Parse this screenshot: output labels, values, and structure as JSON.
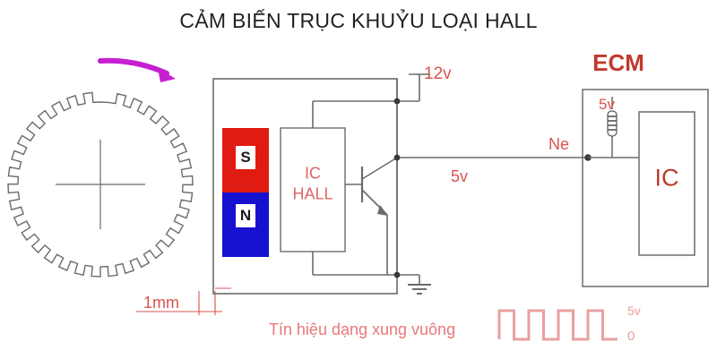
{
  "title": "CẢM BIẾN TRỤC KHUỶU LOẠI HALL",
  "diagram": {
    "type": "hall-effect-crankshaft-position-sensor-schematic",
    "rotation_arrow": "clockwise-rotation-arrow"
  },
  "reluctor": {
    "name": "toothed-reluctor-wheel",
    "teeth": 34,
    "center_mark": "crosshair"
  },
  "sensor": {
    "magnet": {
      "south_label": "S",
      "north_label": "N",
      "south_color": "#e01b12",
      "north_color": "#1610cf"
    },
    "ic_hall_label": "IC\nHALL",
    "ic_hall_line1": "IC",
    "ic_hall_line2": "HALL",
    "transistor": "npn-transistor",
    "ground": "ground-symbol"
  },
  "labels": {
    "supply_12v": "12v",
    "signal_5v": "5v",
    "ne_terminal": "Ne",
    "ecm_5v": "5v",
    "air_gap": "1mm",
    "caption": "Tín hiệu dạng xung vuông"
  },
  "ecm": {
    "title": "ECM",
    "ic_label": "IC",
    "pullup": "pull-up-resistor"
  },
  "waveform": {
    "name": "square-wave-signal",
    "high_label": "5v",
    "low_label": "0",
    "pulses": 4,
    "high_value": 5,
    "low_value": 0,
    "duty_cycle": 0.5
  },
  "colors": {
    "wire": "#777777",
    "red_text": "#d9534f",
    "ecm_red": "#c0392b",
    "salmon": "#e8787a",
    "arrow_magenta": "#c71fd1",
    "magnet_red": "#e01b12",
    "magnet_blue": "#1610cf"
  }
}
